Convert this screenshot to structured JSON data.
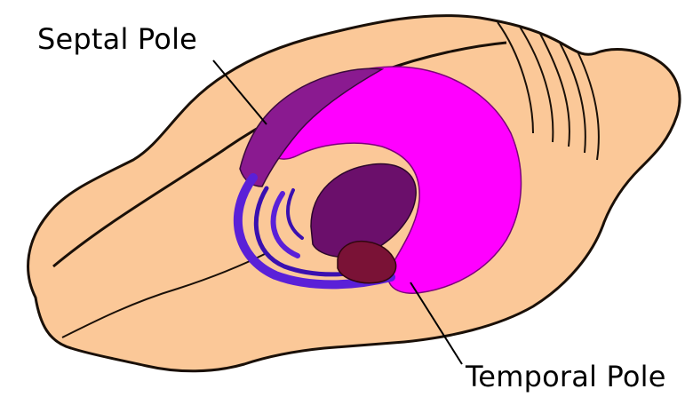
{
  "labels": {
    "septal": "Septal Pole",
    "temporal": "Temporal Pole"
  },
  "colors": {
    "brain_fill": "#fbc898",
    "brain_outline": "#1a1008",
    "hippocampus_magenta": "#ff00ff",
    "hippocampus_purple": "#6b0f6b",
    "fimbria_blue": "#5a20d8",
    "temporal_maroon": "#7a1236",
    "septal_dark_purple": "#8a1a90"
  },
  "diagram": {
    "subject": "Rat brain with hippocampus highlighted",
    "parts": [
      "brain-outline",
      "hippocampus",
      "fimbria-fornix",
      "septal-pole-region",
      "temporal-pole-region"
    ]
  }
}
